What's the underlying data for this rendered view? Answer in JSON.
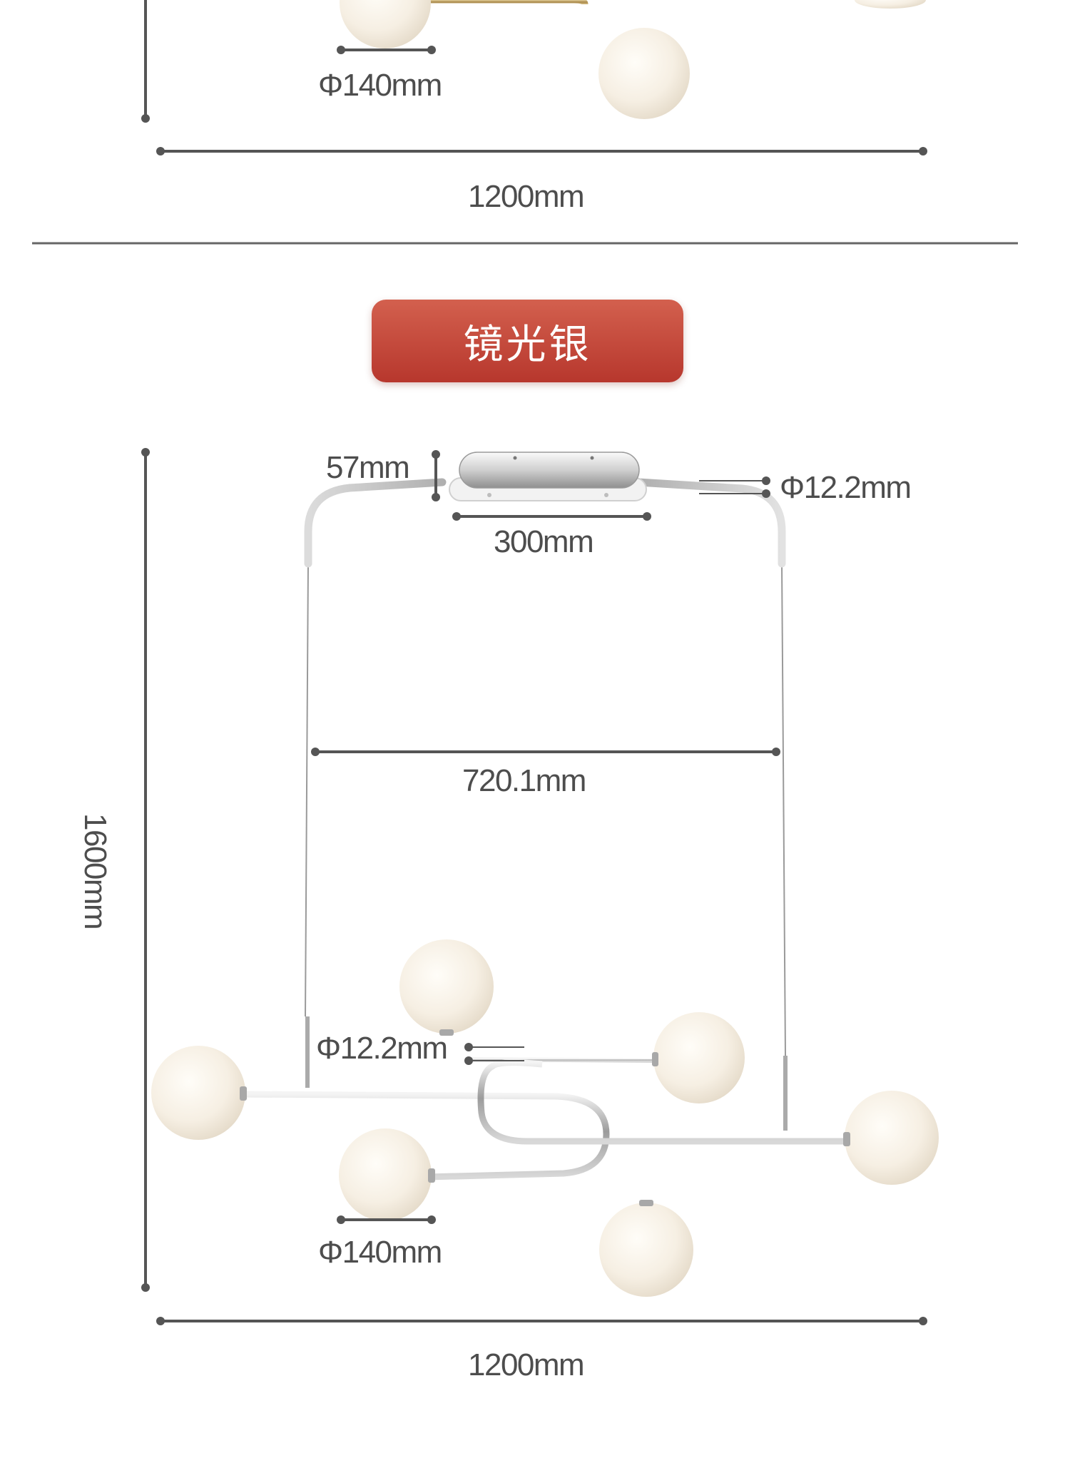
{
  "top_section": {
    "globe_diameter": "Φ140mm",
    "overall_width": "1200mm"
  },
  "finish_badge": {
    "label": "镜光银"
  },
  "diagram": {
    "canopy_height": "57mm",
    "rod_diameter_top": "Φ12.2mm",
    "canopy_length": "300mm",
    "suspension_span": "720.1mm",
    "overall_height": "1600mm",
    "rod_diameter_arm": "Φ12.2mm",
    "globe_diameter": "Φ140mm",
    "overall_width": "1200mm"
  },
  "colors": {
    "dimension_line": "#555555",
    "badge_top": "#d3604e",
    "badge_bottom": "#b7372d",
    "globe": "#f3ede2",
    "chrome": "#b9b9b9",
    "brass": "#b89a5a"
  }
}
